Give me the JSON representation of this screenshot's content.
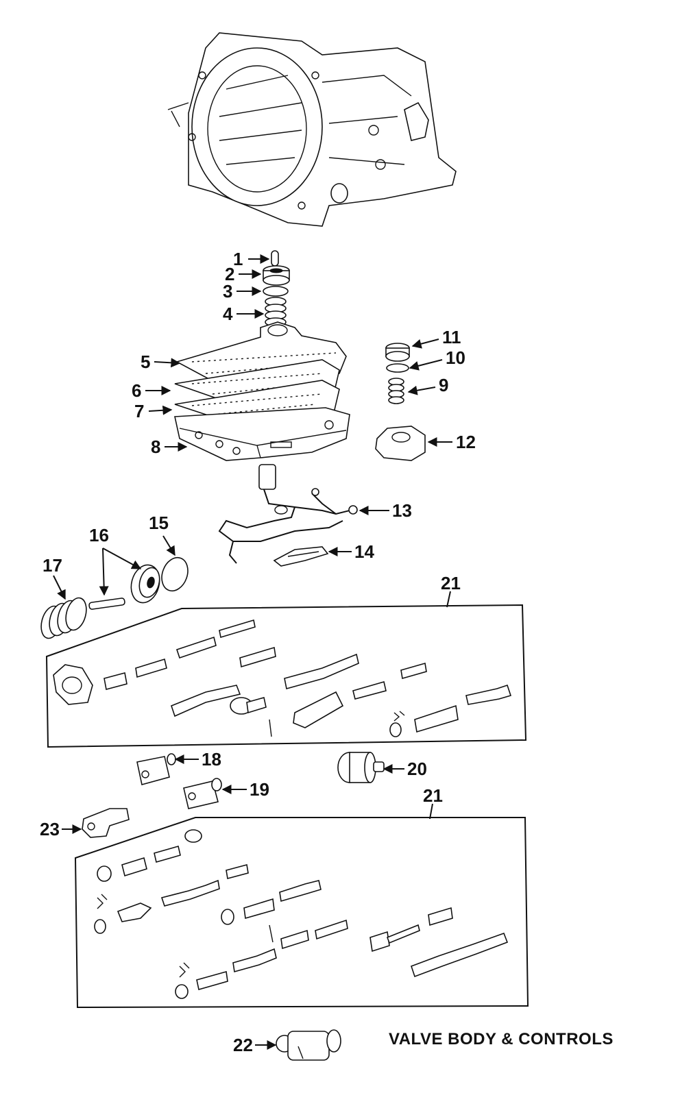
{
  "caption": "VALVE BODY & CONTROLS",
  "callouts": {
    "c1": "1",
    "c2": "2",
    "c3": "3",
    "c4": "4",
    "c5": "5",
    "c6": "6",
    "c7": "7",
    "c8": "8",
    "c9": "9",
    "c10": "10",
    "c11": "11",
    "c12": "12",
    "c13": "13",
    "c14": "14",
    "c15": "15",
    "c16": "16",
    "c17": "17",
    "c18": "18",
    "c19": "19",
    "c20": "20",
    "c21a": "21",
    "c21b": "21",
    "c22": "22",
    "c23": "23"
  }
}
